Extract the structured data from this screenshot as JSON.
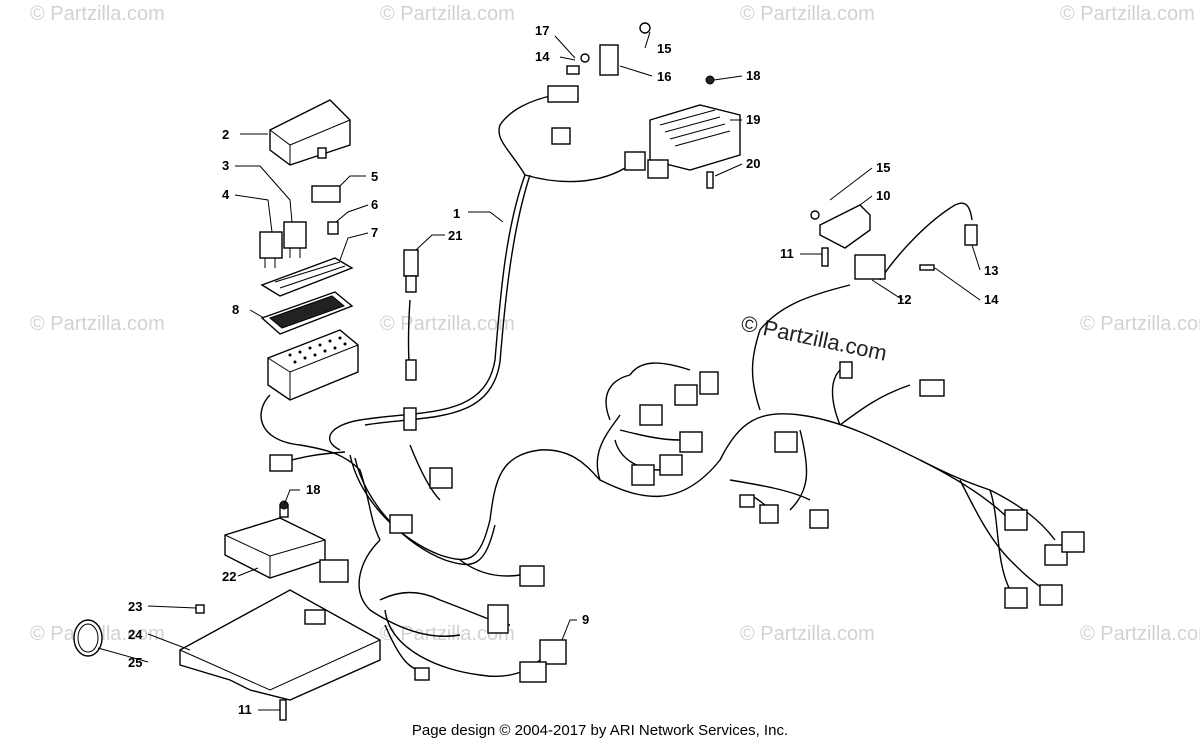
{
  "callouts": {
    "c1": "1",
    "c2": "2",
    "c3": "3",
    "c4": "4",
    "c5": "5",
    "c6": "6",
    "c7": "7",
    "c8": "8",
    "c9": "9",
    "c10": "10",
    "c11a": "11",
    "c11b": "11",
    "c12": "12",
    "c13": "13",
    "c14a": "14",
    "c14b": "14",
    "c15a": "15",
    "c15b": "15",
    "c16": "16",
    "c17": "17",
    "c18a": "18",
    "c18b": "18",
    "c19": "19",
    "c20": "20",
    "c21": "21",
    "c22": "22",
    "c23": "23",
    "c24": "24",
    "c25": "25"
  },
  "watermark": {
    "small": "© Partzilla.com",
    "large": "© Partzilla.com"
  },
  "footer": {
    "text": "Page design © 2004-2017 by ARI Network Services, Inc."
  }
}
